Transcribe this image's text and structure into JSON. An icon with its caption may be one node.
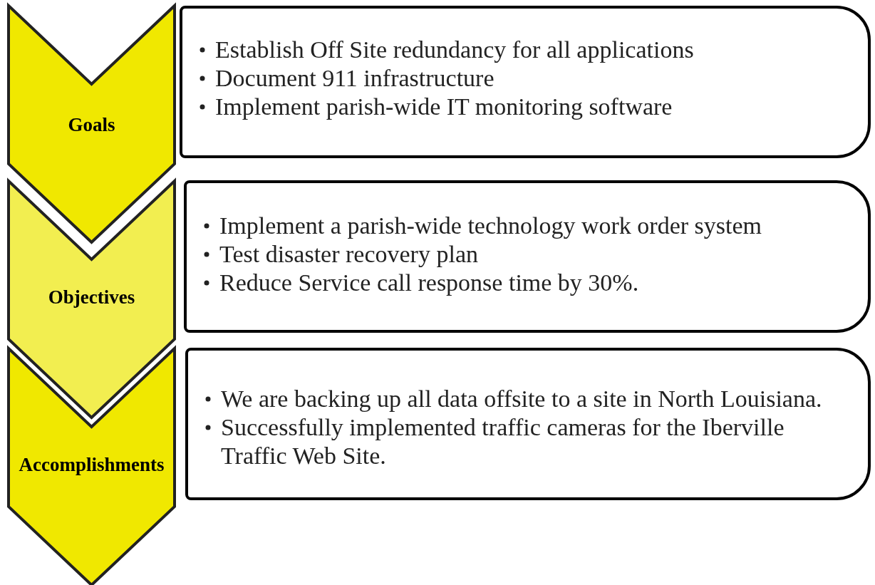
{
  "diagram": {
    "nodes": [
      {
        "text": [
          "Goals"
        ]
      },
      {
        "text": [
          "Establish Off Site redundancy for all applications",
          "Document 911 infrastructure",
          "Implement parish-wide IT monitoring software"
        ]
      },
      {
        "text": [
          "Objectives"
        ]
      },
      {
        "text": [
          "Implement a parish-wide technology work order system",
          "Test disaster recovery plan",
          "Reduce Service call response time by 30%."
        ]
      },
      {
        "text": [
          "Accomplishments"
        ]
      },
      {
        "text": [
          "We are backing up all data offsite to a site in North Louisiana.",
          "Successfully implemented traffic cameras for the Iberville Traffic Web Site."
        ]
      }
    ]
  }
}
